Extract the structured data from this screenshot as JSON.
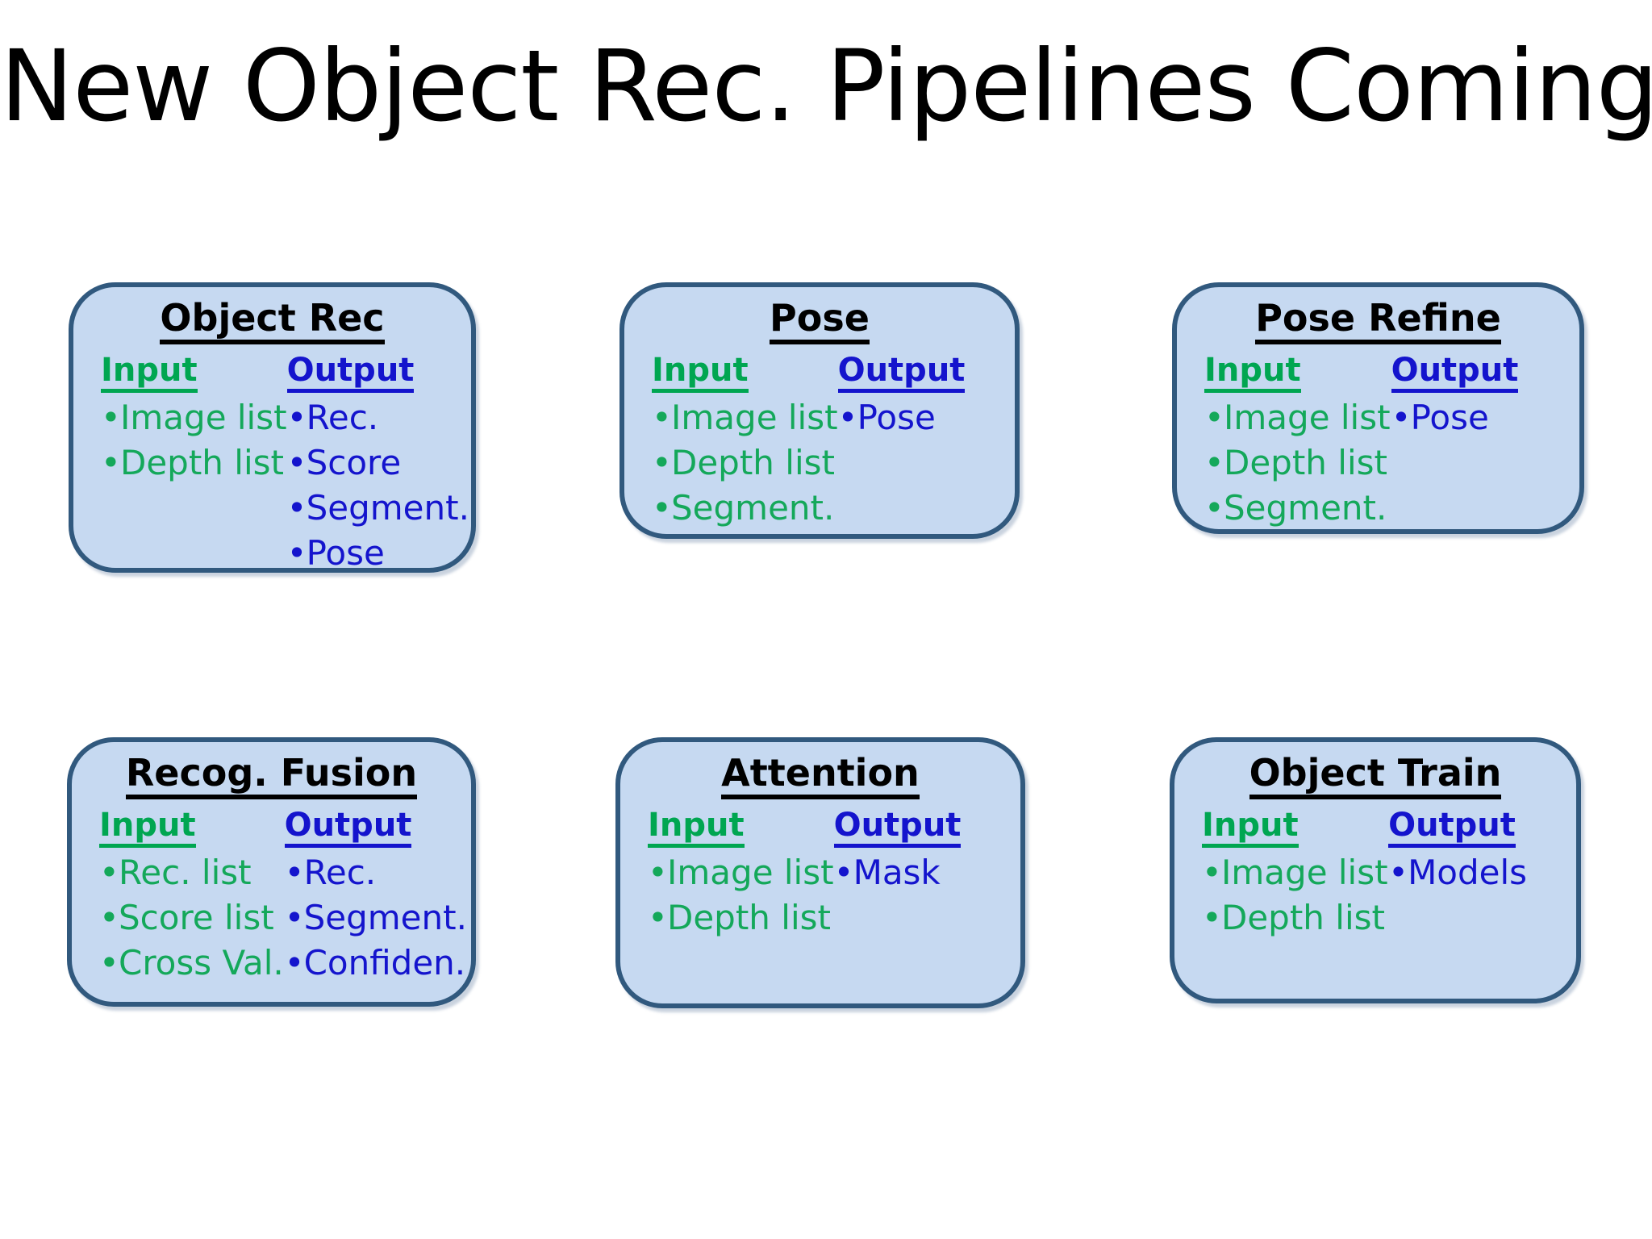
{
  "slide": {
    "title": "New Object Rec. Pipelines Coming",
    "background_color": "#ffffff"
  },
  "colors": {
    "box_fill": "#c6d9f1",
    "box_border": "#31597e",
    "input_green": "#00a651",
    "output_blue": "#1414cd",
    "title_black": "#000000"
  },
  "labels": {
    "input_heading": "Input",
    "output_heading": "Output",
    "bullet_glyph": "•"
  },
  "boxes": [
    {
      "id": "object-rec",
      "title": "Object Rec",
      "input": [
        "Image list",
        "Depth list"
      ],
      "output": [
        "Rec.",
        "Score",
        "Segment.",
        "Pose"
      ]
    },
    {
      "id": "pose",
      "title": "Pose",
      "input": [
        "Image list",
        "Depth list",
        "Segment."
      ],
      "output": [
        "Pose"
      ]
    },
    {
      "id": "pose-refine",
      "title": "Pose Refine",
      "input": [
        "Image list",
        "Depth list",
        "Segment."
      ],
      "output": [
        "Pose"
      ]
    },
    {
      "id": "recog-fusion",
      "title": "Recog. Fusion",
      "input": [
        "Rec. list",
        "Score list",
        "Cross Val."
      ],
      "output": [
        "Rec.",
        "Segment.",
        "Confiden."
      ]
    },
    {
      "id": "attention",
      "title": "Attention",
      "input": [
        "Image list",
        "Depth list"
      ],
      "output": [
        "Mask"
      ]
    },
    {
      "id": "object-train",
      "title": "Object Train",
      "input": [
        "Image list",
        "Depth list"
      ],
      "output": [
        "Models"
      ]
    }
  ]
}
